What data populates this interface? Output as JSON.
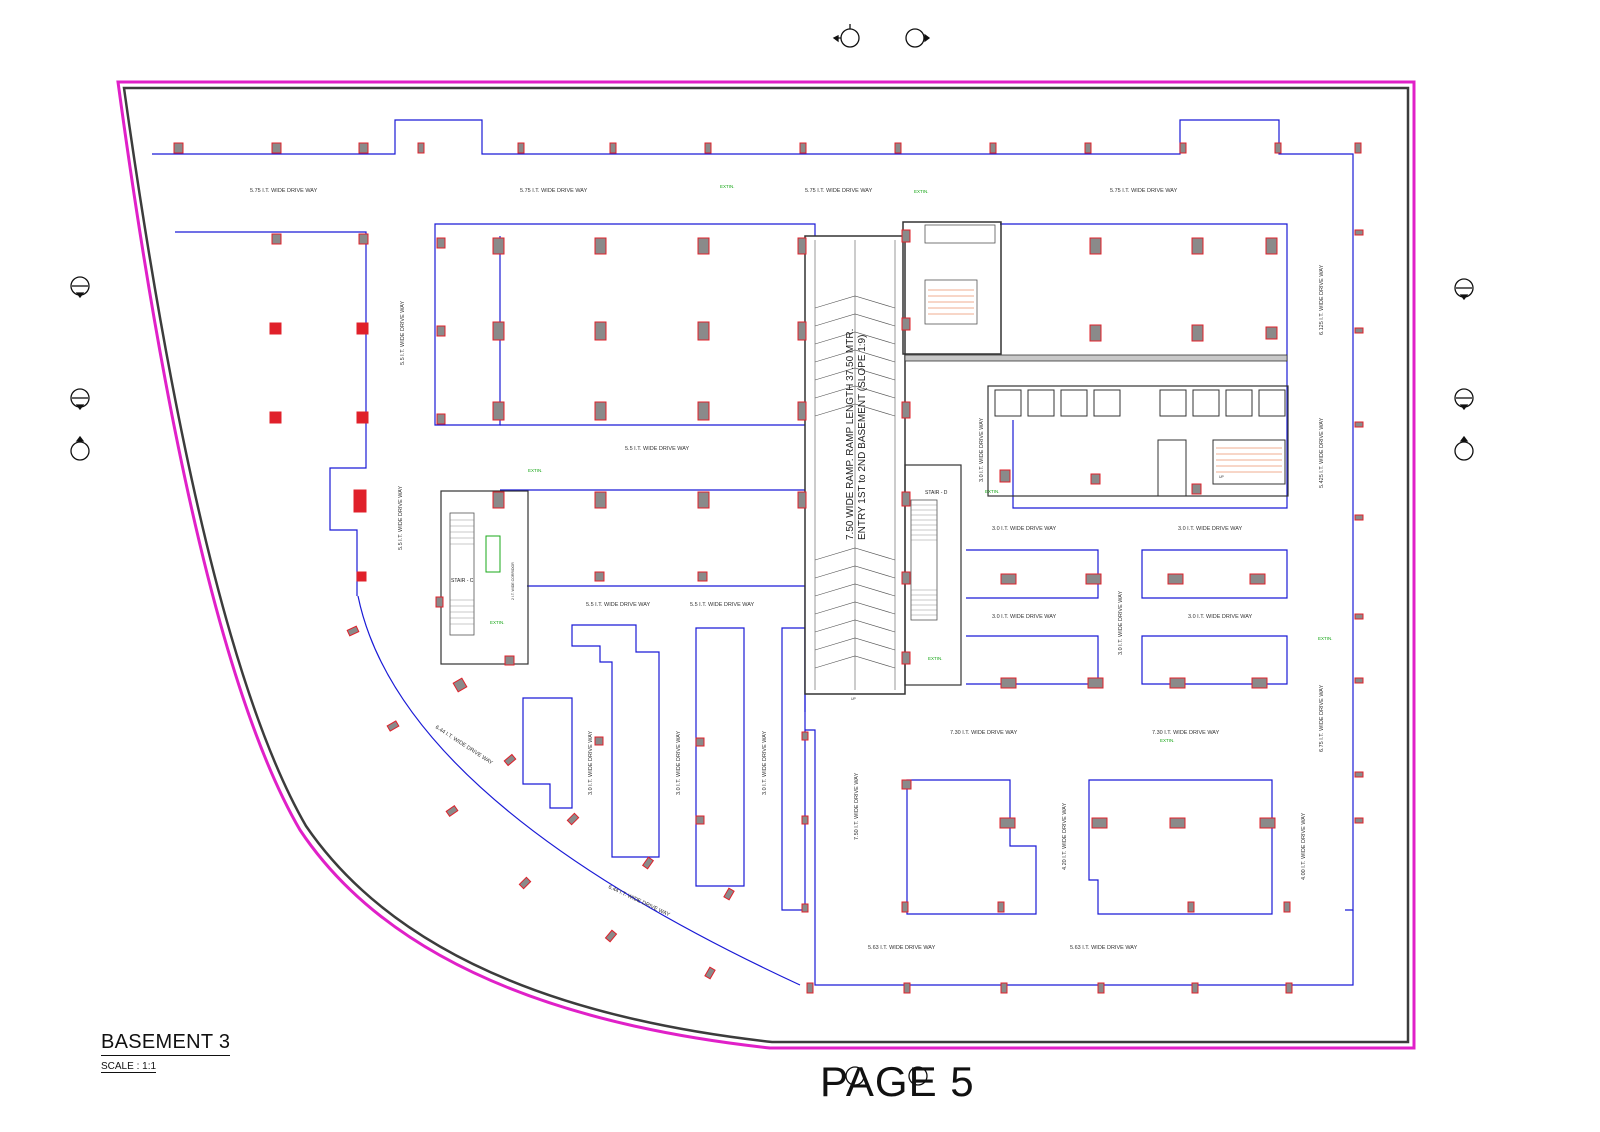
{
  "drawing": {
    "title": "BASEMENT 3",
    "scale": "SCALE : 1:1",
    "page": "PAGE 5"
  },
  "colors": {
    "outline": "#1a1ad6",
    "column_fill": "#8a8a8a",
    "column_stroke": "#e0202a",
    "pink_boundary": "#e020c8",
    "wall": "#3c3c3c",
    "green_text": "#1aa81a"
  },
  "icons": [
    "section-marker-icon",
    "stair-icon",
    "lift-icon"
  ],
  "labels": {
    "drive_575": "5.75 I.T. WIDE DRIVE WAY",
    "drive_55": "5.5 I.T. WIDE DRIVE WAY",
    "drive_30": "3.0 I.T. WIDE DRIVE WAY",
    "drive_730": "7.30 I.T. WIDE DRIVE WAY",
    "drive_750": "7.50 I.T. WIDE DRIVE WAY",
    "drive_420": "4.20 I.T. WIDE DRIVE WAY",
    "drive_400": "4.00 I.T. WIDE DRIVE WAY",
    "drive_563": "5.63 I.T. WIDE DRIVE WAY",
    "drive_644": "6.44 I.T. WIDE DRIVE WAY",
    "drive_6125": "6.125 I.T. WIDE DRIVE WAY",
    "drive_5425": "5.425 I.T. WIDE DRIVE WAY",
    "drive_675": "6.75 I.T. WIDE DRIVE WAY",
    "corridor": "2 I.T. WIDE CORRIDOR",
    "ramp_line1": "7.50 WIDE RAMP. RAMP LENGTH 37.50 MTR.",
    "ramp_line2": "ENTRY 1ST to 2ND BASEMENT (SLOPE 1:9)",
    "stair_c": "STAIR - C",
    "stair_d": "STAIR - D",
    "up": "UP",
    "green_tag": "EXTIN."
  }
}
